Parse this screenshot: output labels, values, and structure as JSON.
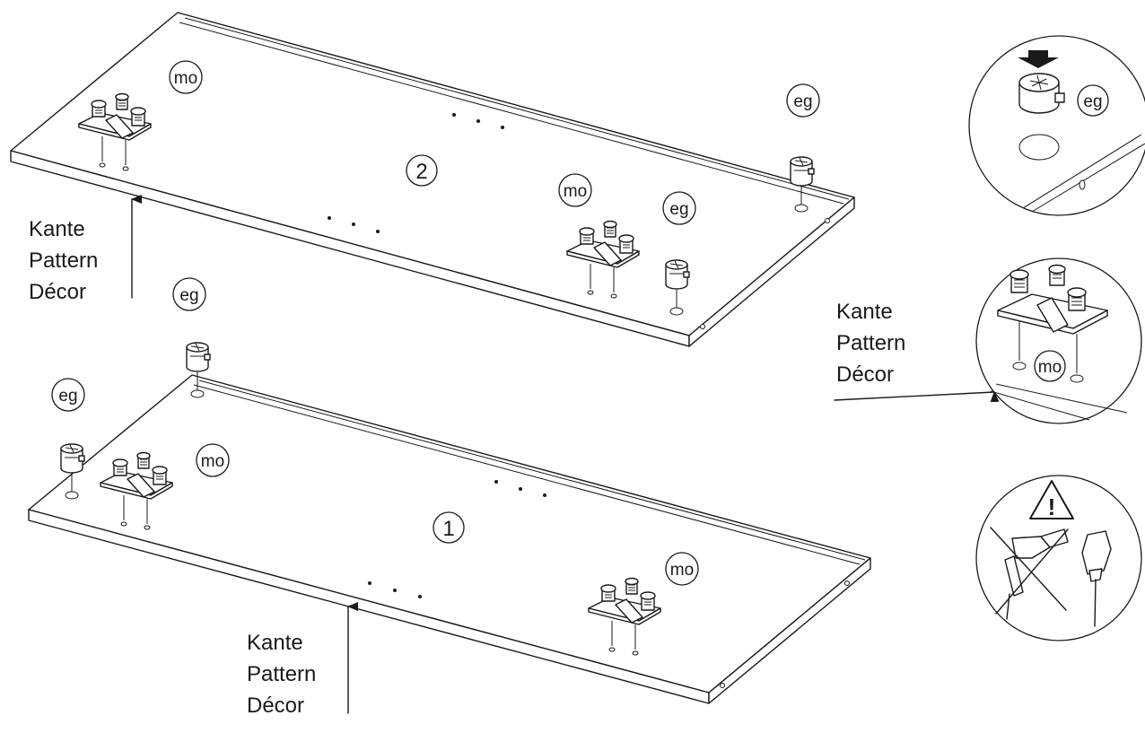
{
  "edge_label": {
    "line1": "Kante",
    "line2": "Pattern",
    "line3": "Décor"
  },
  "part_numbers": {
    "panel_top": "2",
    "panel_bottom": "1"
  },
  "hardware_codes": {
    "mo": "mo",
    "eg": "eg"
  },
  "warning_symbol": "!"
}
